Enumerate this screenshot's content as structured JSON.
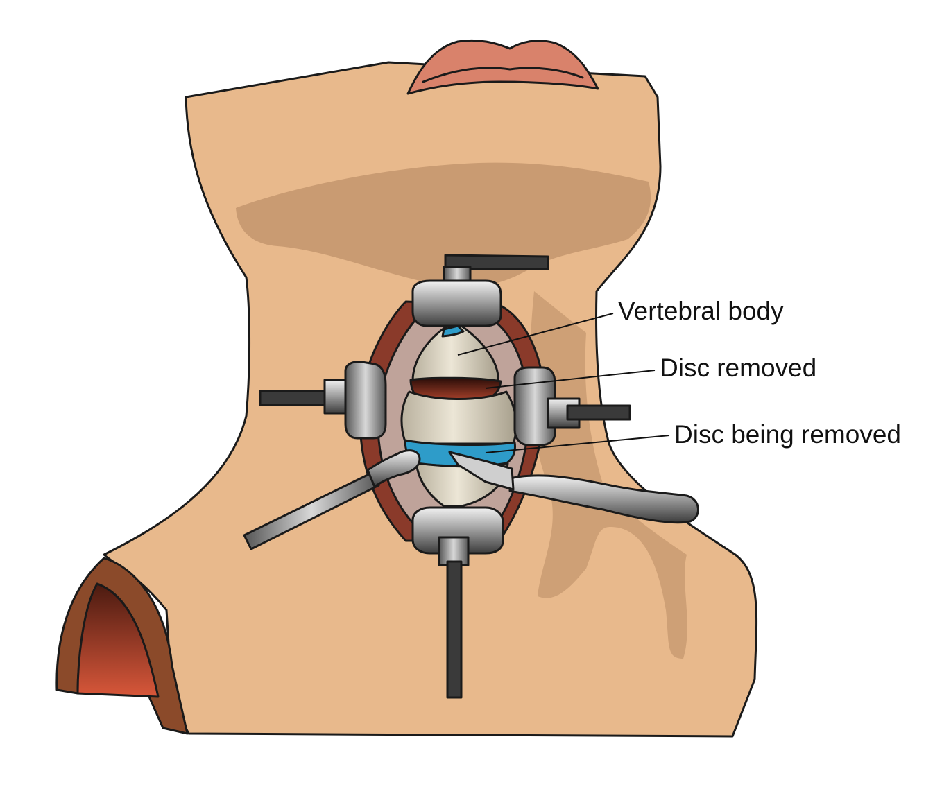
{
  "labels": {
    "vertebral_body": "Vertebral body",
    "disc_removed": "Disc removed",
    "disc_being_removed": "Disc being removed"
  },
  "colors": {
    "skin": "#E8B98C",
    "skin_shadow": "#C99B72",
    "lips": "#D9826B",
    "incision_tissue": "#BFA39A",
    "incision_edge": "#8A3A2A",
    "bone": "#DDD6C4",
    "disc_cavity": "#6B2A1E",
    "disc_blue": "#2E9CC9",
    "retractor_metal": "#8E8E8E",
    "retractor_dark": "#3A3A3A",
    "chest_opening": "#B5502F"
  },
  "icons": {
    "retractor": "retractor-icon",
    "scalpel": "scalpel-icon",
    "rongeur": "rongeur-icon"
  }
}
